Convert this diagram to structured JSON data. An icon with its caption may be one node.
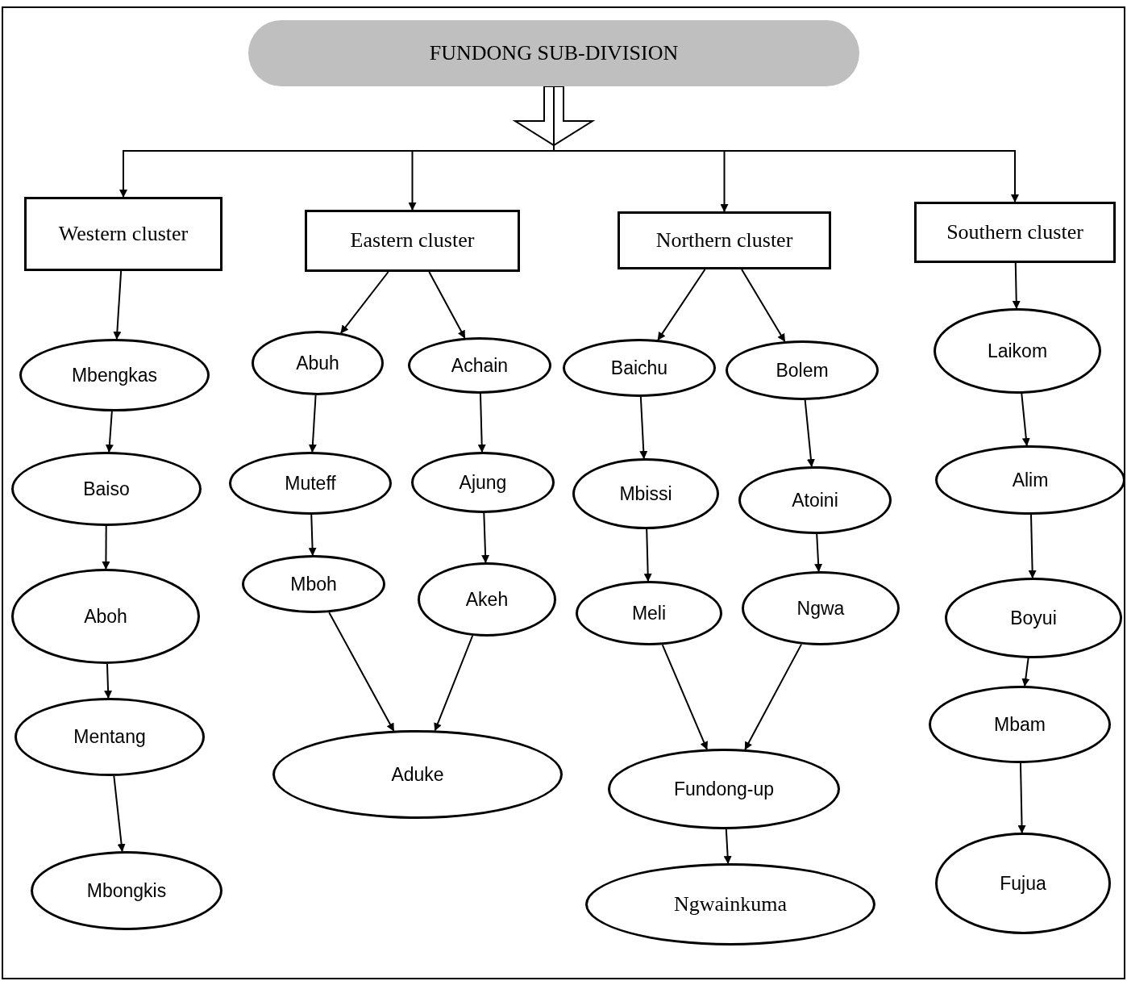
{
  "diagram": {
    "nodes": [
      {
        "text": [
          "FUNDONG SUB-DIVISION"
        ]
      },
      {
        "text": [
          "Western cluster"
        ]
      },
      {
        "text": [
          "Eastern cluster"
        ]
      },
      {
        "text": [
          "Northern cluster"
        ]
      },
      {
        "text": [
          "Southern cluster"
        ]
      },
      {
        "text": [
          "Mbengkas"
        ]
      },
      {
        "text": [
          "Baiso"
        ]
      },
      {
        "text": [
          "Aboh"
        ]
      },
      {
        "text": [
          "Mentang"
        ]
      },
      {
        "text": [
          "Mbongkis"
        ]
      },
      {
        "text": [
          "Abuh"
        ]
      },
      {
        "text": [
          "Achain"
        ]
      },
      {
        "text": [
          "Muteff"
        ]
      },
      {
        "text": [
          "Ajung"
        ]
      },
      {
        "text": [
          "Mboh"
        ]
      },
      {
        "text": [
          "Akeh"
        ]
      },
      {
        "text": [
          "Aduke"
        ]
      },
      {
        "text": [
          "Baichu"
        ]
      },
      {
        "text": [
          "Bolem"
        ]
      },
      {
        "text": [
          "Mbissi"
        ]
      },
      {
        "text": [
          "Atoini"
        ]
      },
      {
        "text": [
          "Meli"
        ]
      },
      {
        "text": [
          "Ngwa"
        ]
      },
      {
        "text": [
          "Fundong-up"
        ]
      },
      {
        "text": [
          "Ngwainkuma"
        ]
      },
      {
        "text": [
          "Laikom"
        ]
      },
      {
        "text": [
          "Alim"
        ]
      },
      {
        "text": [
          "Boyui"
        ]
      },
      {
        "text": [
          "Mbam"
        ]
      },
      {
        "text": [
          "Fujua"
        ]
      }
    ],
    "edges": [
      {
        "from": 0,
        "to": 1,
        "arrow": "to"
      },
      {
        "from": 0,
        "to": 2,
        "arrow": "to"
      },
      {
        "from": 0,
        "to": 3,
        "arrow": "to"
      },
      {
        "from": 0,
        "to": 4,
        "arrow": "to"
      },
      {
        "from": 1,
        "to": 5,
        "arrow": "to"
      },
      {
        "from": 5,
        "to": 6,
        "arrow": "to"
      },
      {
        "from": 6,
        "to": 7,
        "arrow": "to"
      },
      {
        "from": 7,
        "to": 8,
        "arrow": "to"
      },
      {
        "from": 8,
        "to": 9,
        "arrow": "to"
      },
      {
        "from": 2,
        "to": 10,
        "arrow": "to"
      },
      {
        "from": 2,
        "to": 11,
        "arrow": "to"
      },
      {
        "from": 10,
        "to": 12,
        "arrow": "to"
      },
      {
        "from": 12,
        "to": 14,
        "arrow": "to"
      },
      {
        "from": 11,
        "to": 13,
        "arrow": "to"
      },
      {
        "from": 13,
        "to": 15,
        "arrow": "to"
      },
      {
        "from": 14,
        "to": 16,
        "arrow": "to"
      },
      {
        "from": 15,
        "to": 16,
        "arrow": "to"
      },
      {
        "from": 3,
        "to": 17,
        "arrow": "to"
      },
      {
        "from": 3,
        "to": 18,
        "arrow": "to"
      },
      {
        "from": 17,
        "to": 19,
        "arrow": "to"
      },
      {
        "from": 19,
        "to": 21,
        "arrow": "to"
      },
      {
        "from": 18,
        "to": 20,
        "arrow": "to"
      },
      {
        "from": 20,
        "to": 22,
        "arrow": "to"
      },
      {
        "from": 21,
        "to": 23,
        "arrow": "to"
      },
      {
        "from": 22,
        "to": 23,
        "arrow": "to"
      },
      {
        "from": 23,
        "to": 24,
        "arrow": "to"
      },
      {
        "from": 4,
        "to": 25,
        "arrow": "to"
      },
      {
        "from": 25,
        "to": 26,
        "arrow": "to"
      },
      {
        "from": 26,
        "to": 27,
        "arrow": "to"
      },
      {
        "from": 27,
        "to": 28,
        "arrow": "to"
      },
      {
        "from": 28,
        "to": 29,
        "arrow": "to"
      }
    ]
  }
}
